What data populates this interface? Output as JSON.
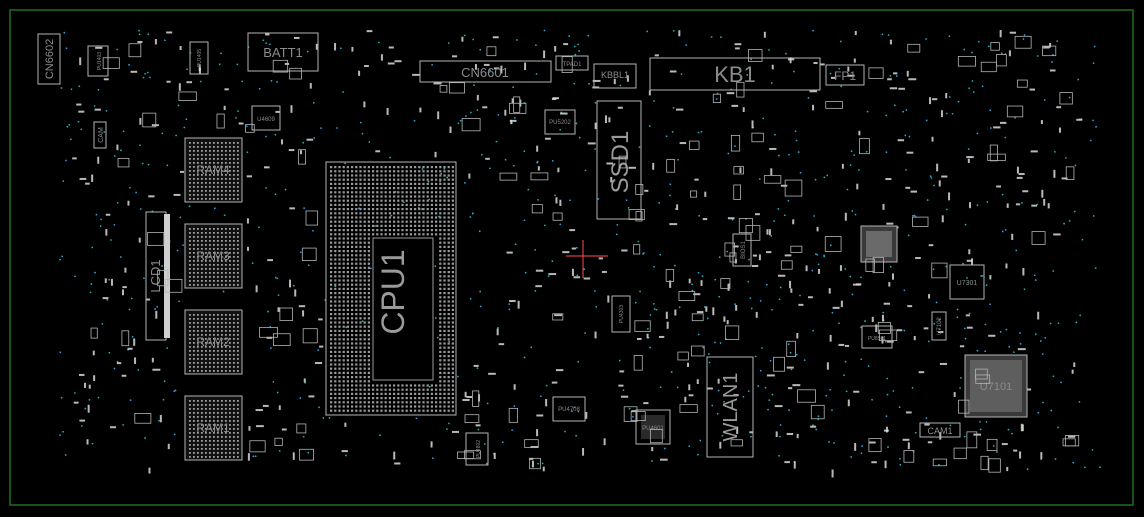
{
  "board": {
    "colors": {
      "background": "#000000",
      "outline": "#1f6e1f",
      "silk": "#b4b4b4",
      "pad": "#d9d9d9",
      "via": "#2aa6c9",
      "label": "#8c8c8c",
      "cross": "#ff4d4d"
    },
    "labels": {
      "cn6602": "CN6602",
      "batt1": "BATT1",
      "cn6601": "CN6601",
      "tpad1": "TPAD1",
      "kbbl1": "KBBL1",
      "kb1": "KB1",
      "fp1": "FP1",
      "pu1403": "PU1403",
      "pu1405": "PU1405",
      "u4609": "U4609",
      "pu5202": "PU5202",
      "ssd1": "SSD1",
      "cpu1": "CPU1",
      "ram4": "RAM4",
      "ram3": "RAM3",
      "ram2": "RAM2",
      "ram1": "RAM1",
      "lcd1": "LCD1",
      "cam_left": "CAM",
      "bios1": "BIOS1",
      "u7301": "U7301",
      "u7102": "U7102",
      "u7101": "U7101",
      "cam1": "CAM1",
      "pu8501": "PU8501",
      "wlan1": "WLAN1",
      "pu4708": "PU4708",
      "pu4601": "PU4601",
      "pu4802": "PU4802",
      "pu4303": "PU4303"
    }
  }
}
